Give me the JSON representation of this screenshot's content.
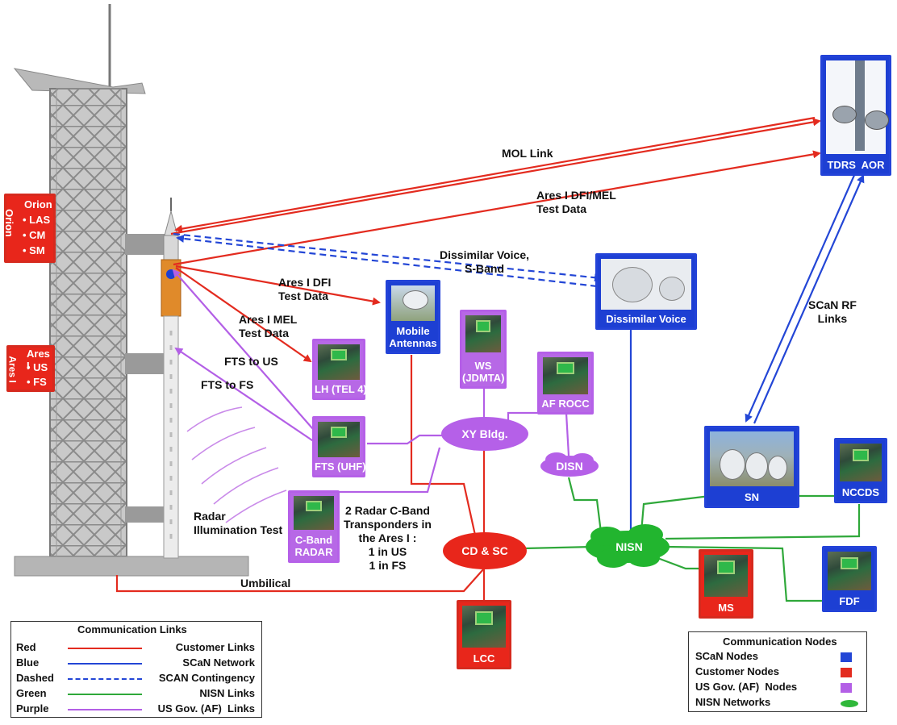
{
  "orion_box": {
    "title": "Orion",
    "side": "Orion",
    "items": [
      "• LAS",
      "• CM",
      "• SM"
    ]
  },
  "ares_box": {
    "title": "Ares I",
    "side": "Ares I",
    "items": [
      "• US",
      "• FS"
    ]
  },
  "links": {
    "mol": "MOL Link",
    "ares_dfi_mel": "Ares I DFI/MEL\nTest Data",
    "dissimilar_voice_sband": "Dissimilar Voice,\nS-Band",
    "ares_dfi": "Ares I DFI\nTest Data",
    "ares_mel": "Ares I MEL\nTest Data",
    "fts_us": "FTS to US",
    "fts_fs": "FTS to FS",
    "scan_rf": "SCaN RF\nLinks",
    "umbilical": "Umbilical",
    "radar_test": "Radar\nIllumination Test",
    "transponders": "2 Radar C-Band\nTransponders in\nthe Ares I :\n1 in US\n1 in FS"
  },
  "nodes": {
    "tdrs": "TDRS  AOR",
    "dissimilar_voice": "Dissimilar Voice",
    "mobile_antennas": "Mobile\nAntennas",
    "ws": "WS\n(JDMTA)",
    "af_rocc": "AF ROCC",
    "lh": "LH (TEL 4)",
    "fts_uhf": "FTS (UHF)",
    "cband_radar": "C-Band\nRADAR",
    "xy_bldg": "XY Bldg.",
    "disn": "DISN",
    "cd_sc": "CD & SC",
    "nisn": "NISN",
    "sn": "SN",
    "nccds": "NCCDS",
    "ms": "MS",
    "fdf": "FDF",
    "lcc": "LCC"
  },
  "legend_links": {
    "title": "Communication Links",
    "rows": [
      {
        "name": "Red",
        "desc": "Customer Links",
        "color": "#e32b1f",
        "dashed": false
      },
      {
        "name": "Blue",
        "desc": "SCaN Network",
        "color": "#2346d6",
        "dashed": false
      },
      {
        "name": "Dashed",
        "desc": "SCAN Contingency",
        "color": "#2346d6",
        "dashed": true
      },
      {
        "name": "Green",
        "desc": "NISN Links",
        "color": "#2fa83a",
        "dashed": false
      },
      {
        "name": "Purple",
        "desc": "US Gov. (AF)  Links",
        "color": "#b35fe6",
        "dashed": false
      }
    ]
  },
  "legend_nodes": {
    "title": "Communication Nodes",
    "rows": [
      {
        "label": "SCaN Nodes",
        "color": "#2346d6"
      },
      {
        "label": "Customer Nodes",
        "color": "#e32b1f"
      },
      {
        "label": "US Gov. (AF)  Nodes",
        "color": "#b35fe6"
      },
      {
        "label": "NISN Networks",
        "color": "#2fb83a"
      }
    ]
  },
  "colors": {
    "red": "#e32b1f",
    "blue": "#2346d6",
    "green": "#2fa83a",
    "purple": "#b35fe6"
  }
}
